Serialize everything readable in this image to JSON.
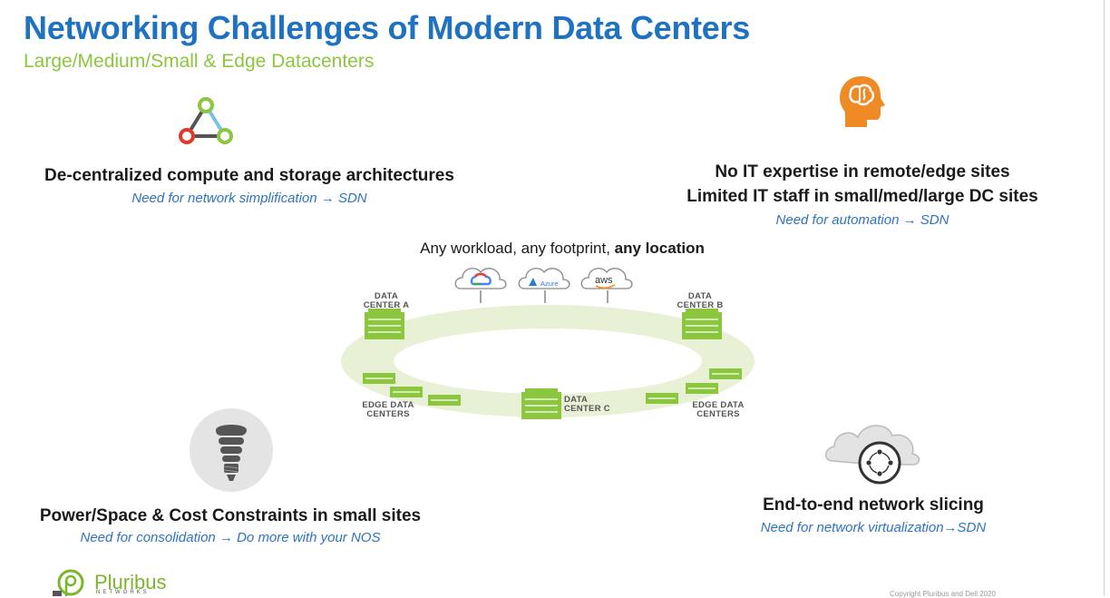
{
  "header": {
    "title": "Networking Challenges of Modern Data Centers",
    "subtitle": "Large/Medium/Small & Edge Datacenters"
  },
  "blocks": {
    "top_left": {
      "icon": "network-triangle-icon",
      "title": "De-centralized compute and storage architectures",
      "note": "Need for network simplification → SDN"
    },
    "top_right": {
      "icon": "brain-head-icon",
      "title_line1": "No IT expertise in remote/edge sites",
      "title_line2": "Limited IT staff in small/med/large DC sites",
      "note": "Need for automation → SDN"
    },
    "bottom_left": {
      "icon": "lightbulb-icon",
      "title": "Power/Space & Cost Constraints in small sites",
      "note": "Need for consolidation → Do more with your NOS"
    },
    "bottom_right": {
      "icon": "cloud-slicing-icon",
      "title": "End-to-end network slicing",
      "note": "Need for network virtualization→SDN"
    }
  },
  "diagram": {
    "caption_regular": "Any workload, any footprint, ",
    "caption_bold": "any location",
    "clouds": [
      "Azure",
      "aws"
    ],
    "dc_a_line1": "DATA",
    "dc_a_line2": "CENTER A",
    "dc_b_line1": "DATA",
    "dc_b_line2": "CENTER B",
    "dc_c_line1": "DATA",
    "dc_c_line2": "CENTER C",
    "edge_left_line1": "EDGE DATA",
    "edge_left_line2": "CENTERS",
    "edge_right_line1": "EDGE DATA",
    "edge_right_line2": "CENTERS"
  },
  "footer": {
    "logo_text": "Pluribus",
    "logo_sub": "NETWORKS",
    "copyright": "Copyright Pluribus and Dell 2020"
  },
  "colors": {
    "title_blue": "#1f72c0",
    "accent_green": "#8cc63e",
    "note_blue": "#2d74c0",
    "icon_orange": "#f08a24"
  }
}
